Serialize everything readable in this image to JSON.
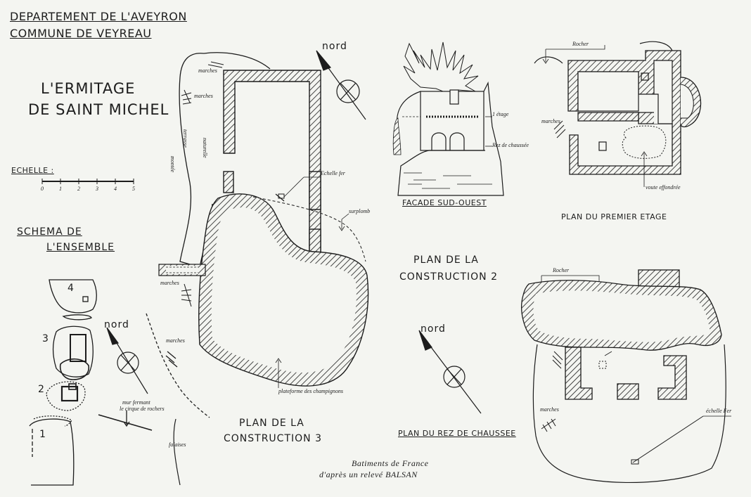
{
  "header": {
    "department": "DEPARTEMENT DE L'AVEYRON",
    "commune": "COMMUNE DE VEYREAU"
  },
  "title": {
    "line1": "L'ERMITAGE",
    "line2": "DE SAINT MICHEL"
  },
  "scale": {
    "label": "ECHELLE :",
    "ticks": [
      "0",
      "1",
      "2",
      "3",
      "4",
      "5"
    ]
  },
  "schema": {
    "title_line1": "SCHEMA DE",
    "title_line2": "L'ENSEMBLE",
    "nord": "nord",
    "numbers": [
      "4",
      "3",
      "2",
      "1"
    ],
    "notes": {
      "marches": "marches",
      "mur_fermant_1": "mur fermant",
      "mur_fermant_2": "le cirque de rochers",
      "falaises": "falaises"
    }
  },
  "construction3": {
    "title_line1": "PLAN DE LA",
    "title_line2": "CONSTRUCTION 3",
    "nord": "nord",
    "notes": {
      "marches_top": "marches",
      "marches_mid": "marches",
      "terrasse_1": "terrasse",
      "terrasse_2": "naturelle",
      "montee": "montée",
      "echelle_fer": "Echelle fer",
      "surplomb": "surplomb",
      "marches_left": "marches",
      "plateforme": "plateforme des champignons"
    }
  },
  "facade": {
    "title": "FACADE SUD-OUEST",
    "notes": {
      "etage": "1 étage",
      "rez": "Rez de chaussée"
    }
  },
  "premier": {
    "title": "PLAN DU PREMIER ETAGE",
    "notes": {
      "rocher": "Rocher",
      "marches": "marches",
      "voute": "voute effondrée"
    }
  },
  "construction2": {
    "title_line1": "PLAN DE LA",
    "title_line2": "CONSTRUCTION 2",
    "nord": "nord"
  },
  "rez": {
    "title": "PLAN DU REZ DE CHAUSSEE",
    "notes": {
      "rocher": "Rocher",
      "marches": "marches",
      "echelle_fer": "échelle Fer"
    }
  },
  "credit": {
    "line1": "Batiments de France",
    "line2": "d'après un relevé BALSAN"
  }
}
